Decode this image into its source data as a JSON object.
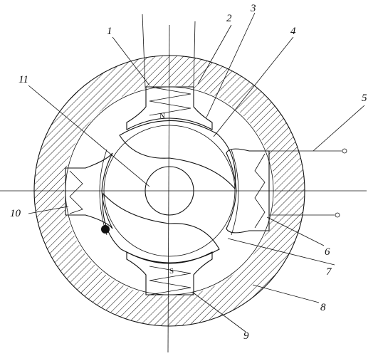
{
  "labels": {
    "l1": "1",
    "l2": "2",
    "l3": "3",
    "l4": "4",
    "l5": "5",
    "l6": "6",
    "l7": "7",
    "l8": "8",
    "l9": "9",
    "l10": "10",
    "l11": "11"
  },
  "poles": {
    "north": "N",
    "south": "S"
  }
}
